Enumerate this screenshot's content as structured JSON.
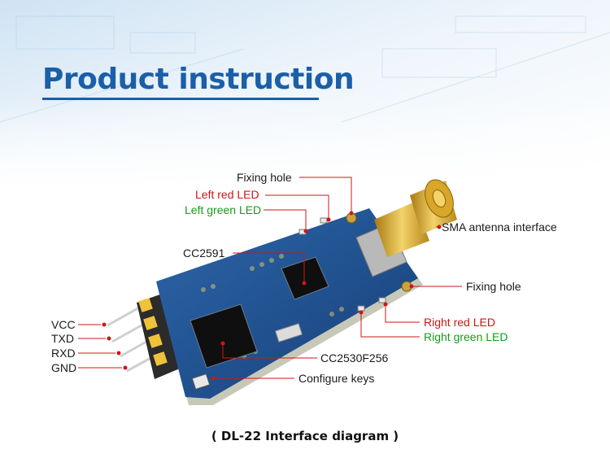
{
  "title": "Product instruction",
  "caption": "( DL-22 Interface diagram )",
  "labels": {
    "fixing_hole_top": "Fixing hole",
    "left_red_led": "Left red LED",
    "left_green_led": "Left green LED",
    "sma": "SMA antenna interface",
    "cc2591": "CC2591",
    "fixing_hole_right": "Fixing hole",
    "right_red_led": "Right red LED",
    "right_green_led": "Right green LED",
    "vcc": "VCC",
    "txd": "TXD",
    "rxd": "RXD",
    "gnd": "GND",
    "cc2530": "CC2530F256",
    "configure_keys": "Configure keys"
  },
  "colors": {
    "title": "#1b5fa8",
    "leader_line": "#d01515",
    "red_label": "#d01515",
    "green_label": "#1a9a1a",
    "pcb": "#1f4f8f",
    "gold": "#d8a628"
  }
}
